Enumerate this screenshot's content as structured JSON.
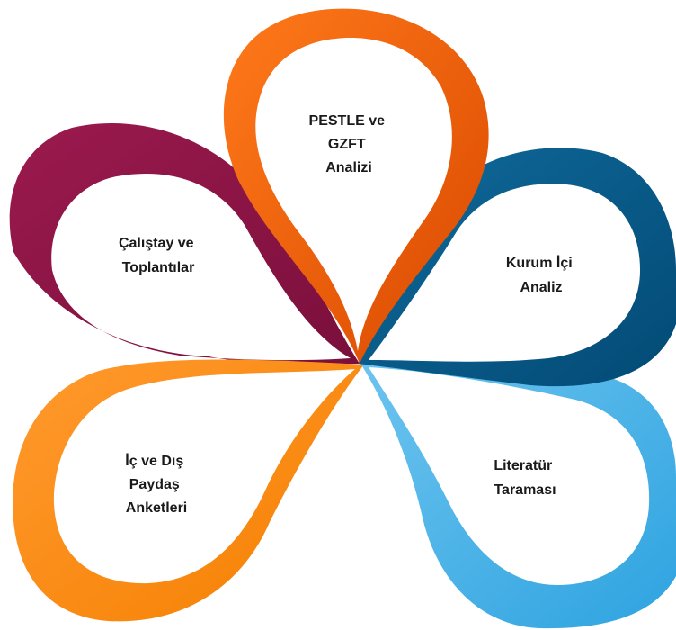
{
  "petals": [
    {
      "id": "pestle",
      "lines": [
        "PESTLE ve",
        "GZFT",
        "Analizi"
      ],
      "color_light": "#ff7a1a",
      "color_dark": "#d94800"
    },
    {
      "id": "kurum",
      "lines": [
        "Kurum İçi",
        "Analiz"
      ],
      "color_light": "#0f6a9a",
      "color_dark": "#034a76"
    },
    {
      "id": "literatur",
      "lines": [
        "Literatür",
        "Taraması"
      ],
      "color_light": "#6dc4ef",
      "color_dark": "#2ea3e0"
    },
    {
      "id": "paydas",
      "lines": [
        "İç ve Dış",
        "Paydaş",
        "Anketleri"
      ],
      "color_light": "#ff9a2e",
      "color_dark": "#f57f00"
    },
    {
      "id": "calistay",
      "lines": [
        "Çalıştay ve",
        "Toplantılar"
      ],
      "color_light": "#9b1a4e",
      "color_dark": "#7a0f3c"
    }
  ]
}
